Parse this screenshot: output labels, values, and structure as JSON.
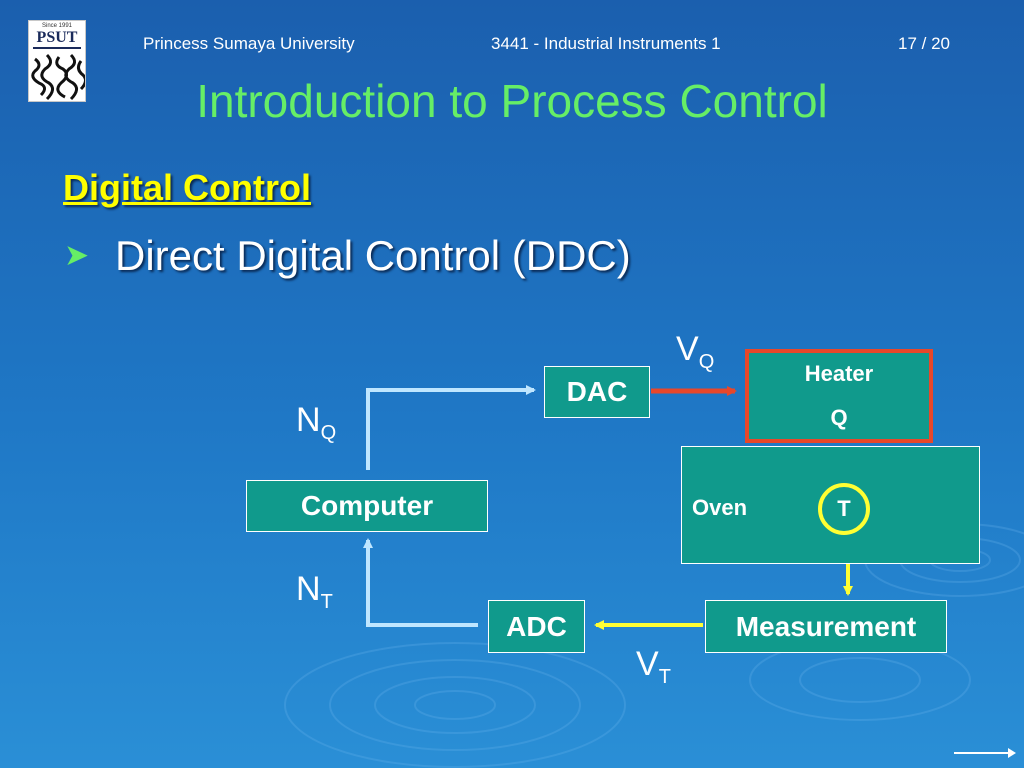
{
  "header": {
    "org": "Princess Sumaya University",
    "course": "3441 - Industrial Instruments 1",
    "page": "17 / 20"
  },
  "logo": {
    "text": "PSUT",
    "caption": "Since 1991"
  },
  "title": "Introduction to Process Control",
  "subheading": "Digital Control",
  "bullet": {
    "icon": "arrow-bullet-icon",
    "text": "Direct Digital Control (DDC)"
  },
  "diagram": {
    "computer": "Computer",
    "dac": "DAC",
    "adc": "ADC",
    "measurement": "Measurement",
    "heater": {
      "label": "Heater",
      "var": "Q"
    },
    "oven": {
      "label": "Oven",
      "sensor": "T"
    },
    "signals": {
      "nq": {
        "base": "N",
        "sub": "Q"
      },
      "nt": {
        "base": "N",
        "sub": "T"
      },
      "vq": {
        "base": "V",
        "sub": "Q"
      },
      "vt": {
        "base": "V",
        "sub": "T"
      }
    },
    "colors": {
      "box_fill": "#109a8c",
      "heater_border": "#e8472a",
      "sensor": "#ffff33",
      "control_arrow": "#e8472a",
      "measure_arrow": "#ffff33",
      "feedback_arrow": "#bfe6ff"
    }
  },
  "nav": {
    "icon": "next-arrow-icon"
  }
}
